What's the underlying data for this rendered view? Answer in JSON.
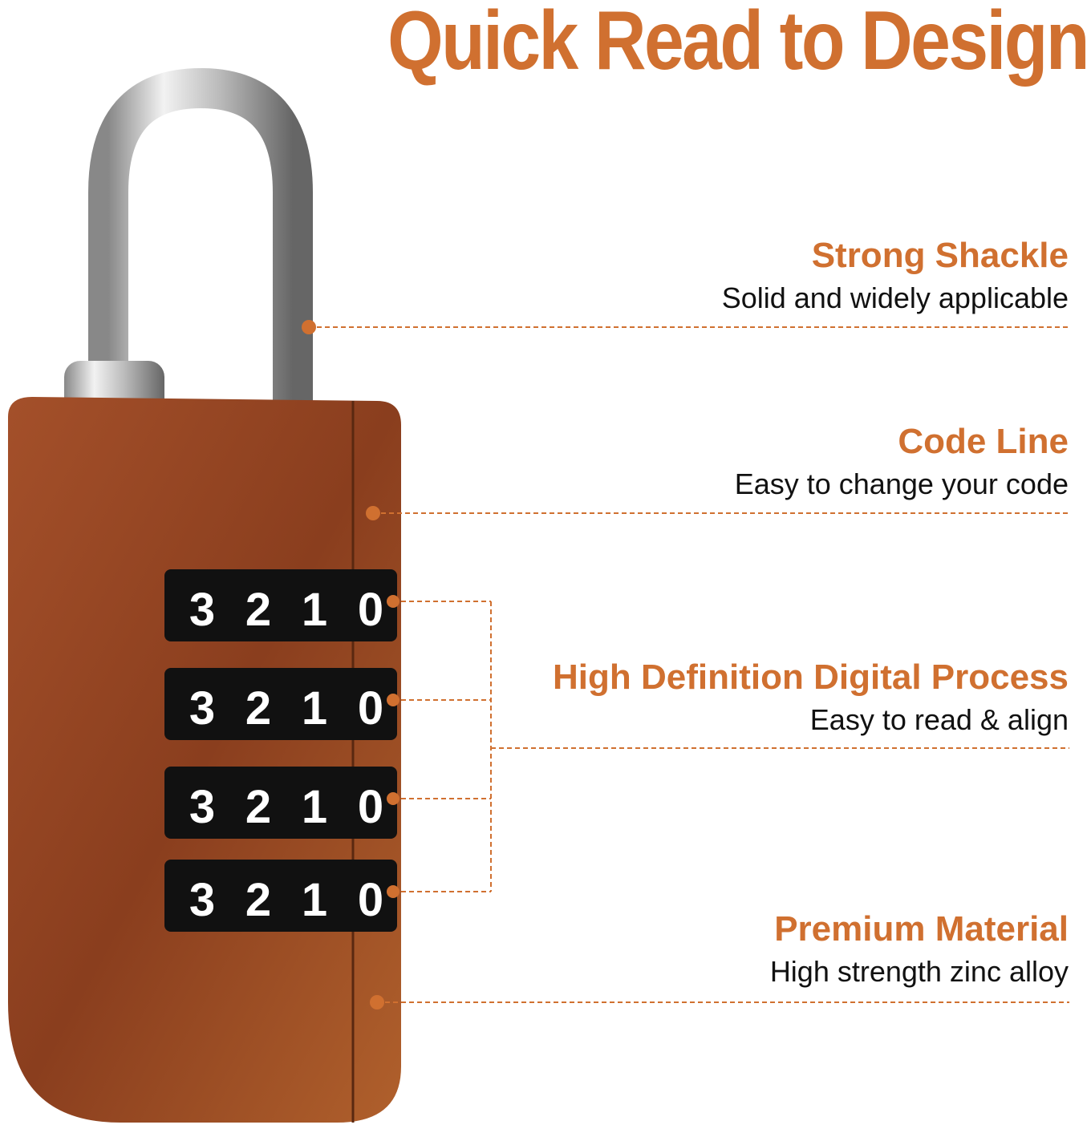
{
  "title": "Quick Read to Design",
  "accent_color": "#d07030",
  "features": [
    {
      "heading": "Strong Shackle",
      "description": "Solid and widely applicable"
    },
    {
      "heading": "Code Line",
      "description": "Easy to change your code"
    },
    {
      "heading": "High Definition Digital Process",
      "description": "Easy to read & align"
    },
    {
      "heading": "Premium Material",
      "description": "High strength zinc alloy"
    }
  ],
  "dial_digits": [
    "3",
    "2",
    "1",
    "0"
  ]
}
